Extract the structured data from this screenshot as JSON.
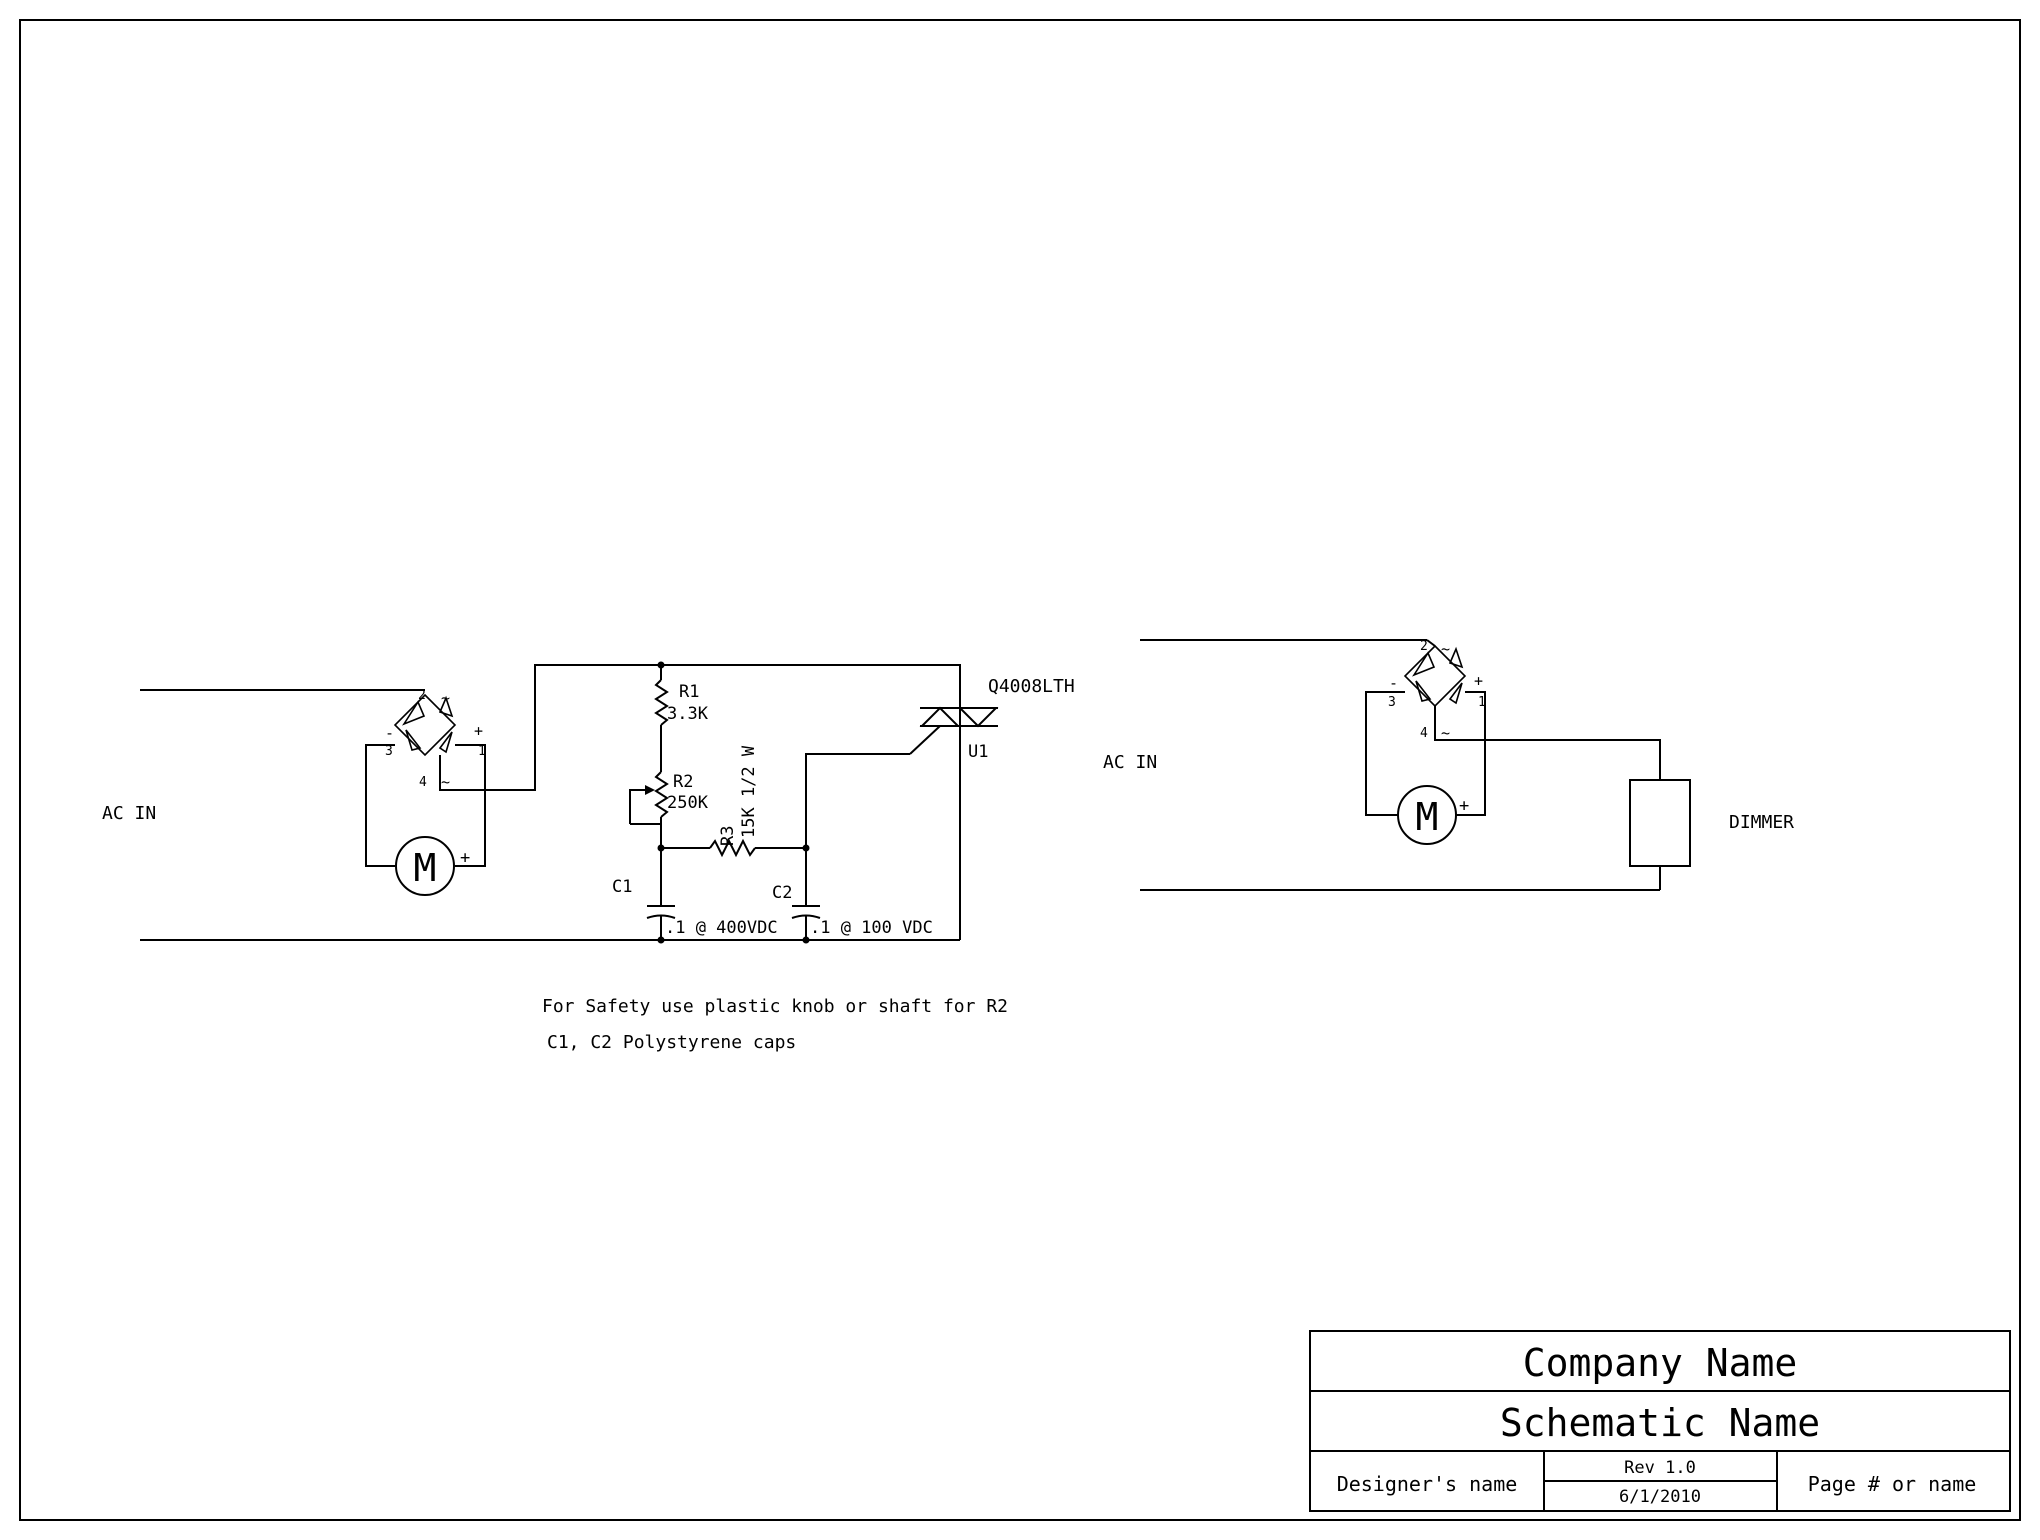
{
  "schematic": {
    "left_circuit": {
      "input_label": "AC IN",
      "bridge": {
        "pins": [
          "2",
          "3",
          "4",
          "1"
        ],
        "symbols": [
          "~",
          "-",
          "+",
          "~"
        ]
      },
      "motor": {
        "label": "M",
        "polarity": "+"
      },
      "components": {
        "r1_ref": "R1",
        "r1_value": "3.3K",
        "r2_ref": "R2",
        "r2_value": "250K",
        "r3_ref": "R3",
        "r3_value": "15K 1/2 W",
        "c1_ref": "C1",
        "c1_value": ".1 @ 400VDC",
        "c2_ref": "C2",
        "c2_value": ".1 @ 100 VDC",
        "triac_part": "Q4008LTH",
        "triac_ref": "U1"
      },
      "notes": [
        "For Safety use plastic knob or shaft for R2",
        "C1, C2 Polystyrene caps"
      ]
    },
    "right_circuit": {
      "input_label": "AC IN",
      "bridge": {
        "pins": [
          "2",
          "3",
          "4",
          "1"
        ],
        "symbols": [
          "~",
          "-",
          "+",
          "~"
        ]
      },
      "motor": {
        "label": "M",
        "polarity": "+"
      },
      "dimmer_label": "DIMMER"
    }
  },
  "title_block": {
    "company": "Company Name",
    "schematic_name": "Schematic Name",
    "designer": "Designer's name",
    "revision": "Rev 1.0",
    "date": "6/1/2010",
    "page": "Page # or name"
  }
}
